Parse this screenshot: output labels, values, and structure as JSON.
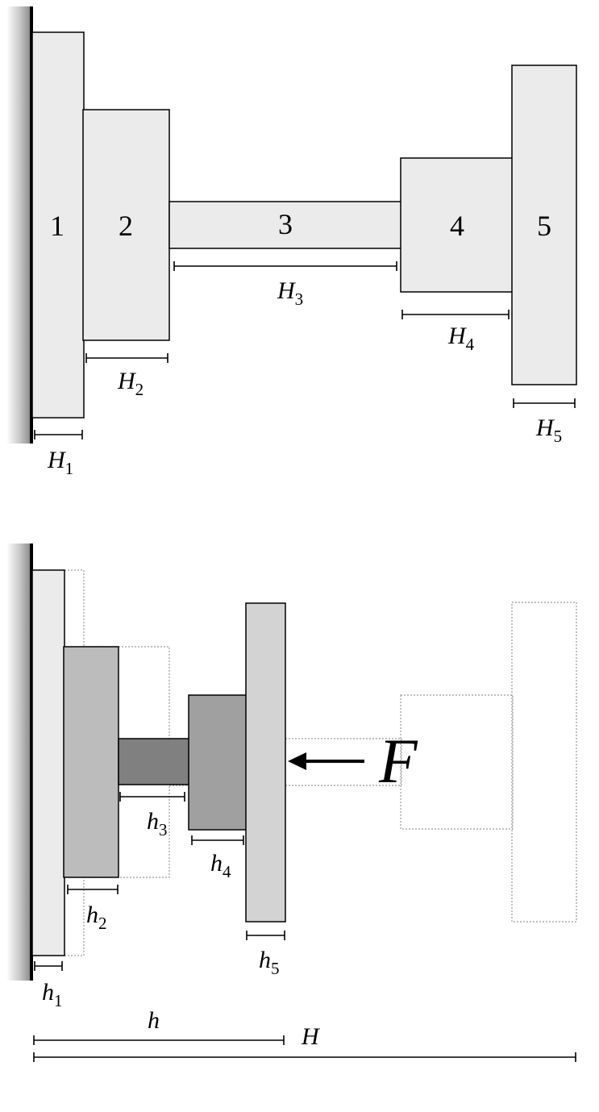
{
  "top": {
    "blocks": [
      {
        "label": "1",
        "fill": "#ebebeb"
      },
      {
        "label": "2",
        "fill": "#ebebeb"
      },
      {
        "label": "3",
        "fill": "#ebebeb"
      },
      {
        "label": "4",
        "fill": "#ebebeb"
      },
      {
        "label": "5",
        "fill": "#ebebeb"
      }
    ],
    "dims": [
      {
        "var": "H",
        "sub": "1"
      },
      {
        "var": "H",
        "sub": "2"
      },
      {
        "var": "H",
        "sub": "3"
      },
      {
        "var": "H",
        "sub": "4"
      },
      {
        "var": "H",
        "sub": "5"
      }
    ]
  },
  "bottom": {
    "blocks": [
      {
        "fill": "#ebebeb"
      },
      {
        "fill": "#bcbcbc"
      },
      {
        "fill": "#808080"
      },
      {
        "fill": "#a0a0a0"
      },
      {
        "fill": "#d3d3d3"
      }
    ],
    "dims": [
      {
        "var": "h",
        "sub": "1"
      },
      {
        "var": "h",
        "sub": "2"
      },
      {
        "var": "h",
        "sub": "3"
      },
      {
        "var": "h",
        "sub": "4"
      },
      {
        "var": "h",
        "sub": "5"
      }
    ],
    "total_compressed": {
      "var": "h"
    },
    "total_original": {
      "var": "H"
    },
    "force": {
      "label": "F"
    }
  }
}
